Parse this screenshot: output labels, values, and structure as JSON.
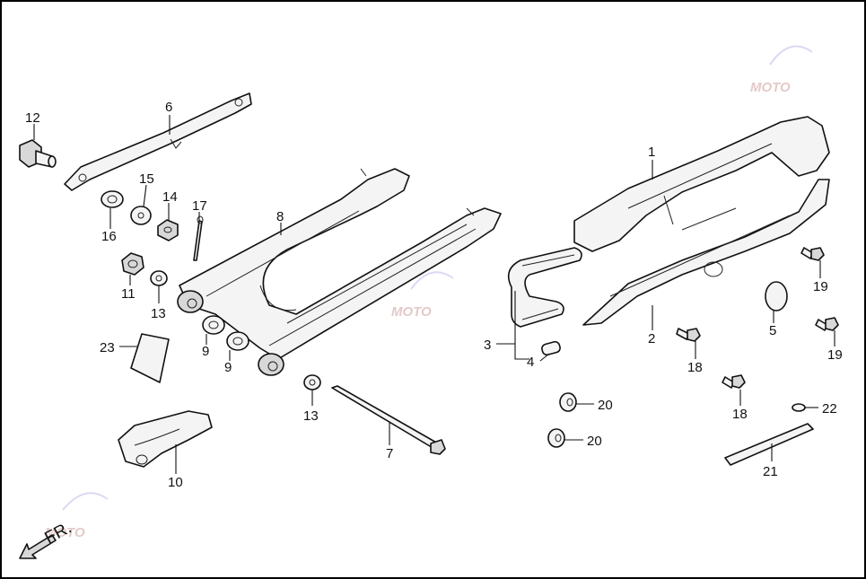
{
  "watermark": {
    "text": "MOTO"
  },
  "direction_indicator": {
    "label": "FR."
  },
  "callouts": {
    "p1": "1",
    "p2": "2",
    "p3": "3",
    "p4": "4",
    "p5": "5",
    "p6": "6",
    "p7": "7",
    "p8": "8",
    "p9a": "9",
    "p9b": "9",
    "p10": "10",
    "p11": "11",
    "p12": "12",
    "p13a": "13",
    "p13b": "13",
    "p14": "14",
    "p15": "15",
    "p16": "16",
    "p17": "17",
    "p18a": "18",
    "p18b": "18",
    "p19a": "19",
    "p19b": "19",
    "p20a": "20",
    "p20b": "20",
    "p21": "21",
    "p22": "22",
    "p23": "23"
  }
}
